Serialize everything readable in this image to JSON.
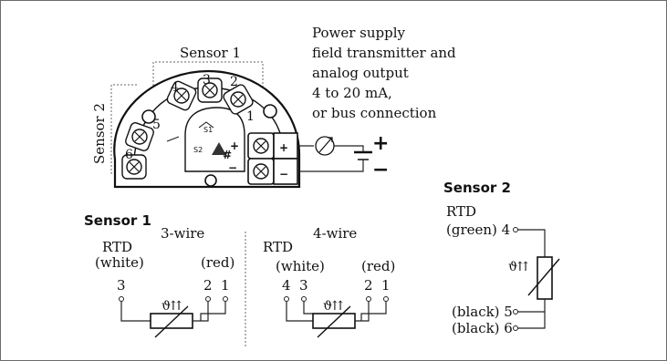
{
  "transmitter": {
    "sensor1_bracket": "Sensor 1",
    "sensor2_bracket": "Sensor 2",
    "terminals": [
      "1",
      "2",
      "3",
      "4",
      "5",
      "6"
    ],
    "switch_s1": "S1",
    "switch_s2": "S2",
    "hash": "#",
    "plus_small": "+",
    "minus_small": "−",
    "plus_big": "+",
    "minus_big": "−",
    "power_lines": [
      "Power supply",
      "field transmitter and",
      "analog output",
      "4 to 20 mA,",
      "or bus connection"
    ]
  },
  "sensor1": {
    "heading": "Sensor 1",
    "three_wire": {
      "title": "3-wire",
      "rtd": "RTD",
      "white": "(white)",
      "red": "(red)",
      "pins": [
        "3",
        "2",
        "1"
      ]
    },
    "four_wire": {
      "title": "4-wire",
      "rtd": "RTD",
      "white": "(white)",
      "red": "(red)",
      "pins": [
        "4",
        "3",
        "2",
        "1"
      ]
    }
  },
  "sensor2": {
    "heading": "Sensor 2",
    "rtd": "RTD",
    "green": "(green) 4",
    "black5": "(black) 5",
    "black6": "(black) 6"
  },
  "resistor_symbol": "ϑ⇈"
}
